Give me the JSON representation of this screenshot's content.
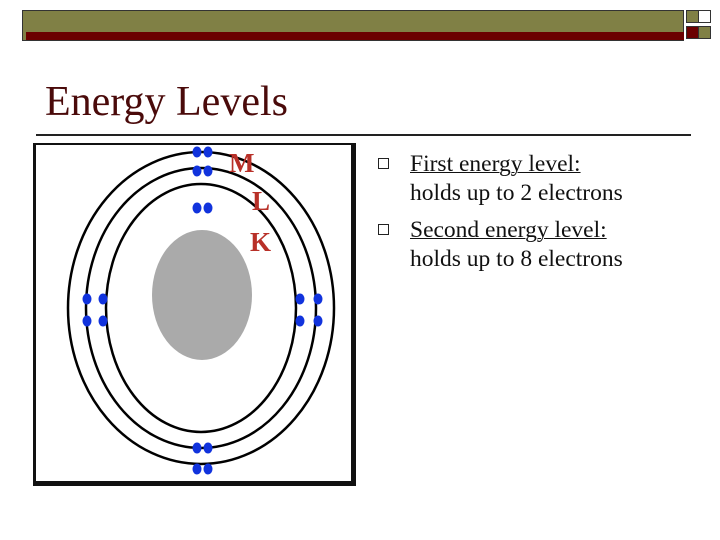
{
  "slide": {
    "title": "Energy Levels",
    "bullets": [
      {
        "line1": "First energy level:",
        "line2": "holds up to 2 electrons"
      },
      {
        "line1": "Second energy level:",
        "line2": "holds up to 8 electrons"
      }
    ]
  },
  "diagram": {
    "shell_labels": [
      "M",
      "L",
      "K"
    ],
    "colors": {
      "electron": "#1133dd",
      "nucleus": "#aaaaaa",
      "label": "#b83028",
      "orbit": "#000000"
    }
  }
}
